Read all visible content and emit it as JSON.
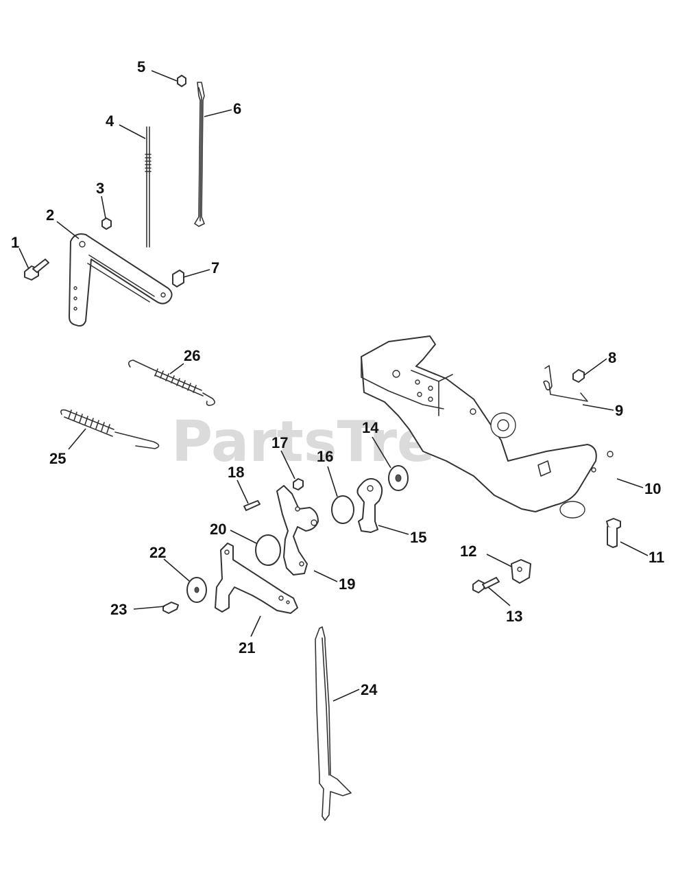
{
  "watermark": "PartsTree",
  "callouts": {
    "p1": "1",
    "p2": "2",
    "p3": "3",
    "p4": "4",
    "p5": "5",
    "p6": "6",
    "p7": "7",
    "p8": "8",
    "p9": "9",
    "p10": "10",
    "p11": "11",
    "p12": "12",
    "p13": "13",
    "p14": "14",
    "p15": "15",
    "p16": "16",
    "p17": "17",
    "p18": "18",
    "p19": "19",
    "p20": "20",
    "p21": "21",
    "p22": "22",
    "p23": "23",
    "p24": "24",
    "p25": "25",
    "p26": "26"
  }
}
